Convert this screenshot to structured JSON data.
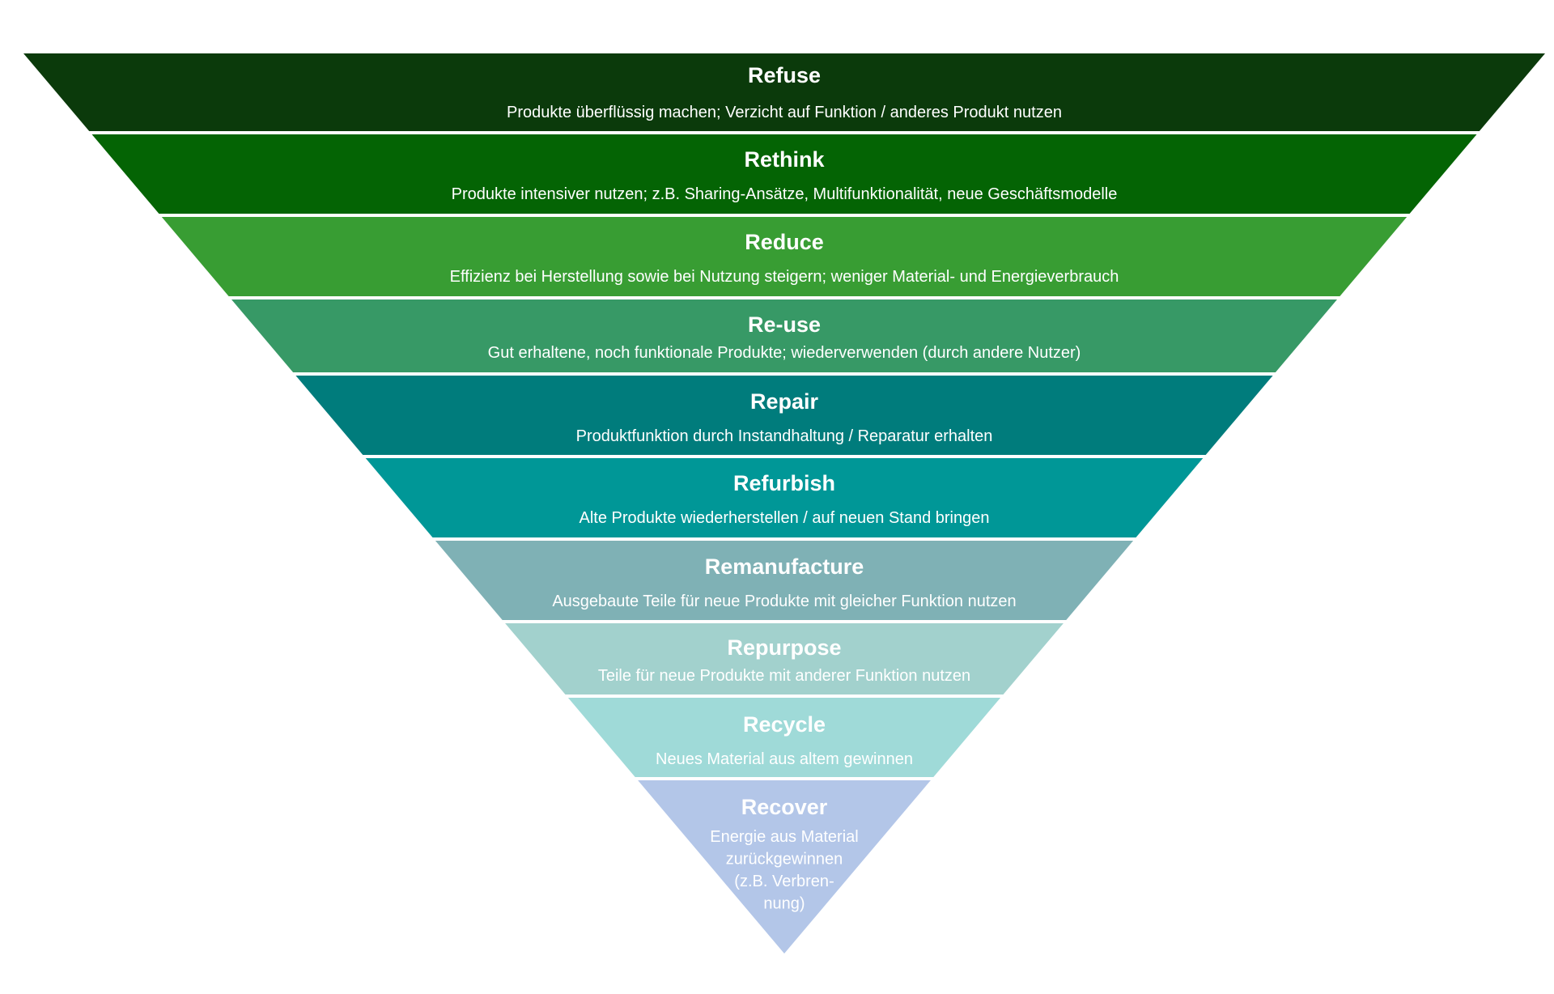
{
  "levels": [
    {
      "title": "Refuse",
      "description": [
        "Produkte überflüssig machen; Verzicht auf Funktion / anderes Produkt nutzen"
      ],
      "color": "#0b3a0b",
      "text_color": "#ffffff"
    },
    {
      "title": "Rethink",
      "description": [
        "Produkte intensiver nutzen; z.B. Sharing-Ansätze, Multifunktionalität, neue Geschäftsmodelle"
      ],
      "color": "#046404",
      "text_color": "#ffffff"
    },
    {
      "title": "Reduce",
      "description": [
        "Effizienz bei Herstellung sowie bei Nutzung steigern; weniger Material- und Energieverbrauch"
      ],
      "color": "#389d33",
      "text_color": "#ffffff"
    },
    {
      "title": "Re-use",
      "description": [
        "Gut erhaltene, noch funktionale Produkte; wiederverwenden (durch andere Nutzer)"
      ],
      "color": "#379966",
      "text_color": "#ffffff"
    },
    {
      "title": "Repair",
      "description": [
        "Produktfunktion durch Instandhaltung / Reparatur erhalten"
      ],
      "color": "#007c7c",
      "text_color": "#ffffff"
    },
    {
      "title": "Refurbish",
      "description": [
        "Alte Produkte wiederherstellen / auf neuen Stand bringen"
      ],
      "color": "#009797",
      "text_color": "#ffffff"
    },
    {
      "title": "Remanufacture",
      "description": [
        "Ausgebaute Teile für neue Produkte mit gleicher Funktion nutzen"
      ],
      "color": "#7fb1b5",
      "text_color": "#ffffff"
    },
    {
      "title": "Repurpose",
      "description": [
        "Teile für neue Produkte mit anderer Funktion nutzen"
      ],
      "color": "#a2d1cd",
      "text_color": "#ffffff"
    },
    {
      "title": "Recycle",
      "description": [
        "Neues Material aus altem gewinnen"
      ],
      "color": "#9fdad8",
      "text_color": "#ffffff"
    },
    {
      "title": "Recover",
      "description": [
        "Energie aus Material",
        "zurückgewinnen",
        "(z.B. Verbren-",
        "nung)"
      ],
      "color": "#b3c6e8",
      "text_color": "#ffffff"
    }
  ]
}
